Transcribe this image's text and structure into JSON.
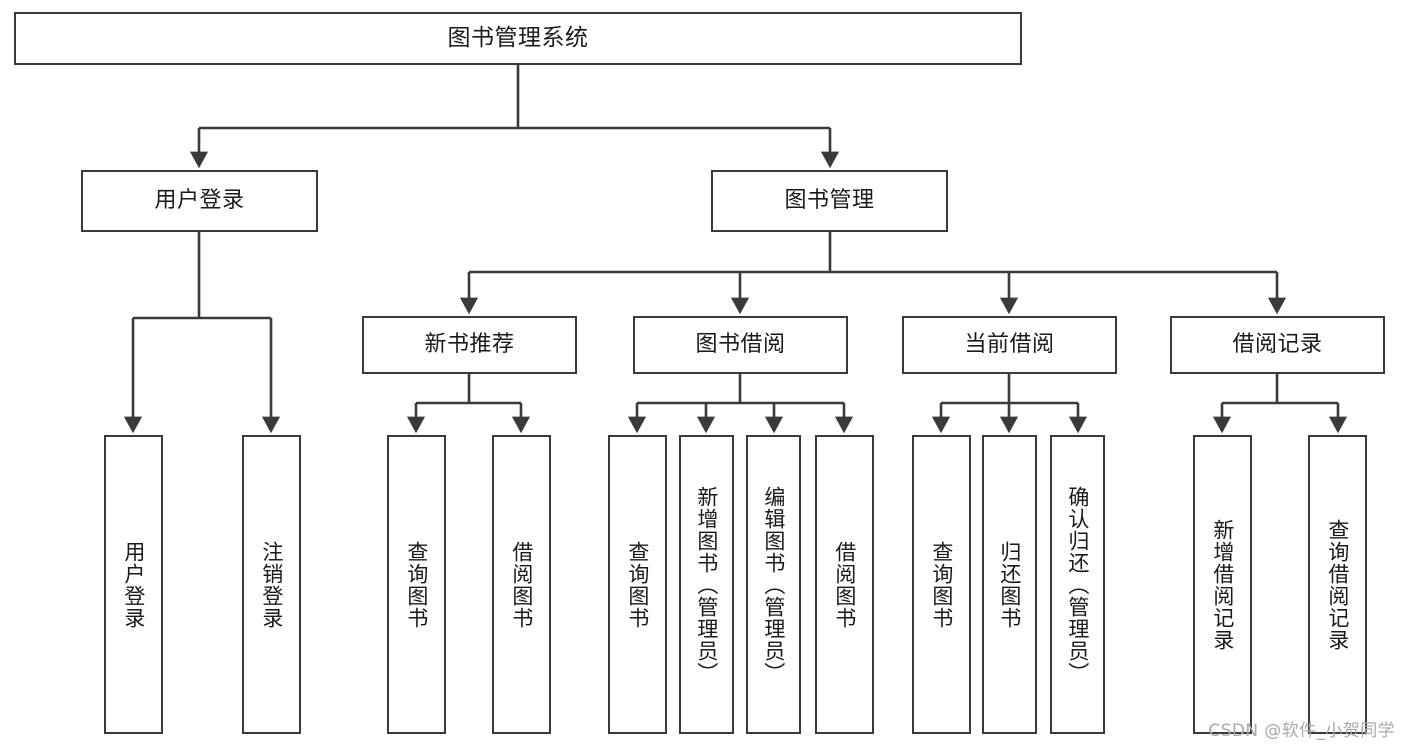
{
  "diagram": {
    "title": "图书管理系统",
    "type": "功能结构图",
    "stroke_color": "#3a3a3a",
    "background_color": "#ffffff",
    "text_color": "#1a1a1a",
    "watermark": "CSDN @软件_小贺同学",
    "levels": {
      "root": {
        "label": "图书管理系统"
      },
      "level2": [
        {
          "label": "用户登录"
        },
        {
          "label": "图书管理"
        }
      ],
      "level3": [
        {
          "label": "新书推荐"
        },
        {
          "label": "图书借阅"
        },
        {
          "label": "当前借阅"
        },
        {
          "label": "借阅记录"
        }
      ],
      "leaves": {
        "user_login": [
          {
            "label": "用户登录"
          },
          {
            "label": "注销登录"
          }
        ],
        "new_book_recommend": [
          {
            "label": "查询图书"
          },
          {
            "label": "借阅图书"
          }
        ],
        "book_borrow": [
          {
            "label": "查询图书"
          },
          {
            "label": "新增图书（管理员）"
          },
          {
            "label": "编辑图书（管理员）"
          },
          {
            "label": "借阅图书"
          }
        ],
        "current_borrow": [
          {
            "label": "查询图书"
          },
          {
            "label": "归还图书"
          },
          {
            "label": "确认归还（管理员）"
          }
        ],
        "borrow_record": [
          {
            "label": "新增借阅记录"
          },
          {
            "label": "查询借阅记录"
          }
        ]
      }
    }
  }
}
